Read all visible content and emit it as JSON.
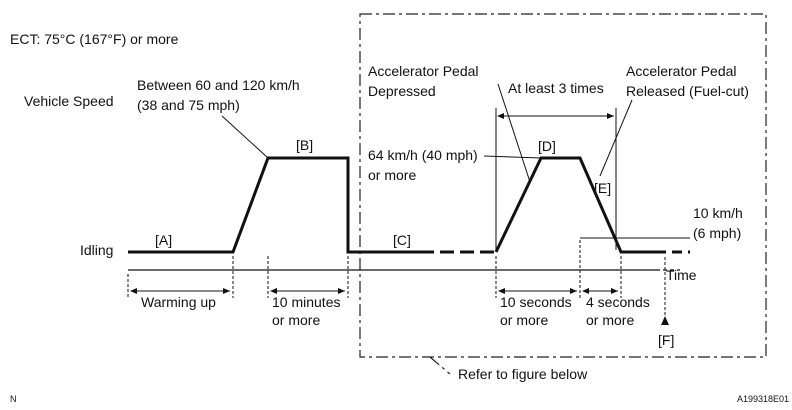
{
  "ect_condition": "ECT: 75°C (167°F) or more",
  "y_axis_label": "Vehicle Speed",
  "idling_label": "Idling",
  "time_label": "Time",
  "speed_range_line1": "Between 60 and 120 km/h",
  "speed_range_line2": "(38 and 75 mph)",
  "speed_d_line1": "64 km/h (40 mph)",
  "speed_d_line2": "or more",
  "speed_f_line1": "10 km/h",
  "speed_f_line2": "(6 mph)",
  "pedal_depressed_line1": "Accelerator Pedal",
  "pedal_depressed_line2": "Depressed",
  "pedal_released_line1": "Accelerator Pedal",
  "pedal_released_line2": "Released (Fuel-cut)",
  "repeat_label": "At least 3 times",
  "steps": {
    "a": "[A]",
    "b": "[B]",
    "c": "[C]",
    "d": "[D]",
    "e": "[E]",
    "f": "[F]"
  },
  "durations": {
    "warming_up": "Warming up",
    "ten_minutes_line1": "10 minutes",
    "ten_minutes_line2": "or more",
    "ten_seconds_line1": "10 seconds",
    "ten_seconds_line2": "or more",
    "four_seconds_line1": "4 seconds",
    "four_seconds_line2": "or more"
  },
  "refer_note": "Refer to figure below",
  "corner_letter": "N",
  "figure_code": "A199318E01"
}
